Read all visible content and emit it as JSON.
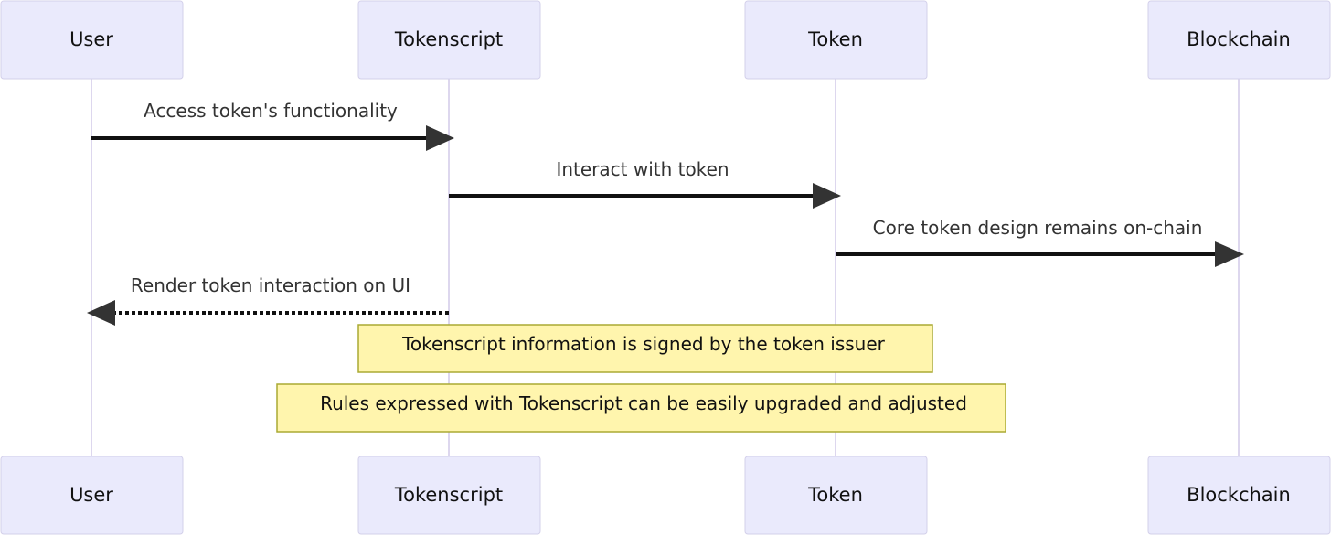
{
  "diagram": {
    "type": "sequence",
    "actors": [
      {
        "id": "user",
        "label": "User"
      },
      {
        "id": "tokenscript",
        "label": "Tokenscript"
      },
      {
        "id": "token",
        "label": "Token"
      },
      {
        "id": "blockchain",
        "label": "Blockchain"
      }
    ],
    "messages": [
      {
        "from": "user",
        "to": "tokenscript",
        "label": "Access token's functionality",
        "style": "solid"
      },
      {
        "from": "tokenscript",
        "to": "token",
        "label": "Interact with token",
        "style": "solid"
      },
      {
        "from": "token",
        "to": "blockchain",
        "label": "Core token design remains on-chain",
        "style": "solid"
      },
      {
        "from": "tokenscript",
        "to": "user",
        "label": "Render token interaction on UI",
        "style": "dotted"
      }
    ],
    "notes": [
      {
        "over": [
          "tokenscript",
          "token"
        ],
        "text": "Tokenscript information is signed by the token issuer"
      },
      {
        "over": [
          "tokenscript",
          "token"
        ],
        "text": "Rules expressed with Tokenscript can be easily upgraded and adjusted"
      }
    ],
    "colors": {
      "actor_fill": "#eaeafc",
      "actor_border": "#d3d0ea",
      "lifeline": "#ddd7ee",
      "arrow": "#111111",
      "note_fill": "#fff5ad",
      "note_border": "#aaaa33"
    }
  }
}
